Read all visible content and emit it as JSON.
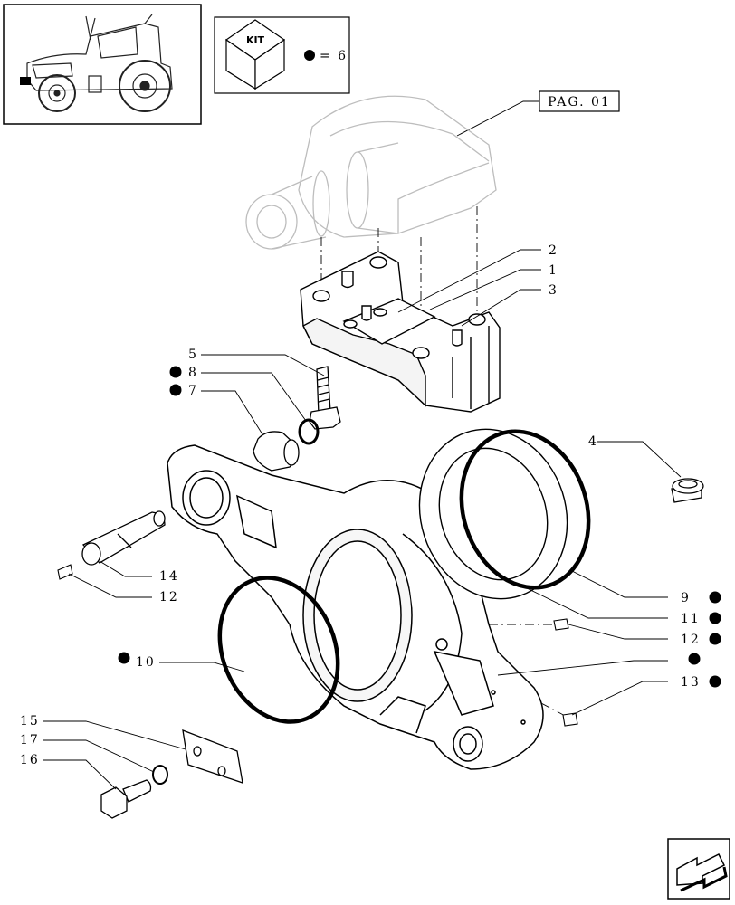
{
  "kit_box": {
    "badge": "KIT",
    "dot_legend": "= 6"
  },
  "page_ref": "PAG. 01",
  "callouts": {
    "c1": "1",
    "c2": "2",
    "c3": "3",
    "c4": "4",
    "c5": "5",
    "c7": "7",
    "c8": "8",
    "c9": "9",
    "c10": "10",
    "c11": "11",
    "c12a": "12",
    "c12b": "12",
    "c13": "13",
    "c14": "14",
    "c15": "15",
    "c16": "16",
    "c17": "17"
  },
  "kit_marked_items": [
    "7",
    "8",
    "9",
    "10",
    "11",
    "12",
    "13"
  ],
  "colors": {
    "line": "#000000",
    "dot": "#000000",
    "background": "#ffffff",
    "ghost": "#cfcfcf"
  },
  "icons": {
    "thumbnail": "tractor-icon",
    "kit": "kit-box-icon",
    "nav": "next-page-arrow-icon"
  }
}
